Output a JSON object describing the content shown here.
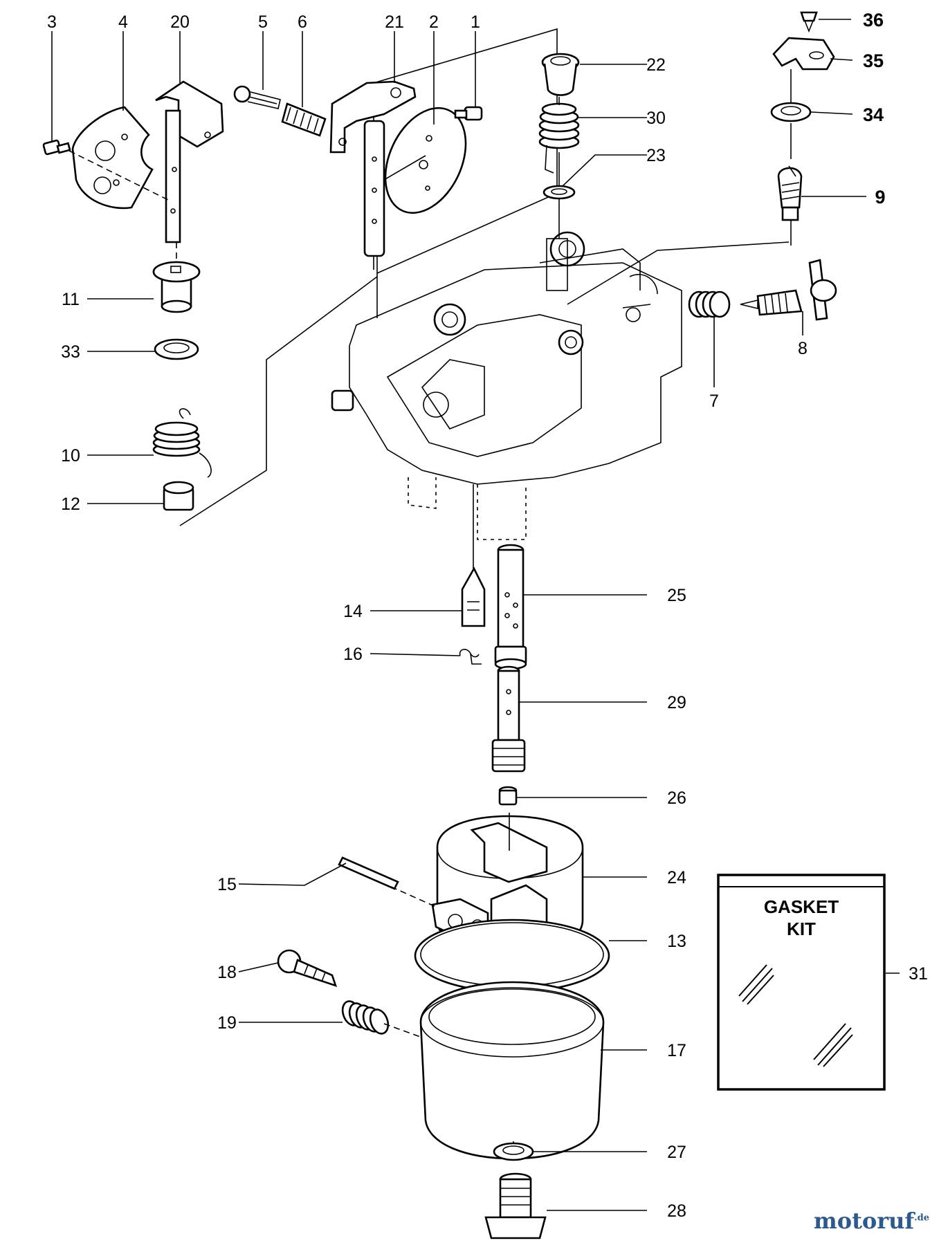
{
  "labels": [
    {
      "id": "3",
      "text": "3"
    },
    {
      "id": "4",
      "text": "4"
    },
    {
      "id": "20",
      "text": "20"
    },
    {
      "id": "5",
      "text": "5"
    },
    {
      "id": "6",
      "text": "6"
    },
    {
      "id": "21",
      "text": "21"
    },
    {
      "id": "2",
      "text": "2"
    },
    {
      "id": "1",
      "text": "1"
    },
    {
      "id": "22",
      "text": "22"
    },
    {
      "id": "30",
      "text": "30"
    },
    {
      "id": "23",
      "text": "23"
    },
    {
      "id": "36",
      "text": "36"
    },
    {
      "id": "35",
      "text": "35"
    },
    {
      "id": "34",
      "text": "34"
    },
    {
      "id": "9",
      "text": "9"
    },
    {
      "id": "11",
      "text": "11"
    },
    {
      "id": "33",
      "text": "33"
    },
    {
      "id": "8",
      "text": "8"
    },
    {
      "id": "7",
      "text": "7"
    },
    {
      "id": "10",
      "text": "10"
    },
    {
      "id": "12",
      "text": "12"
    },
    {
      "id": "25",
      "text": "25"
    },
    {
      "id": "14",
      "text": "14"
    },
    {
      "id": "16",
      "text": "16"
    },
    {
      "id": "29",
      "text": "29"
    },
    {
      "id": "26",
      "text": "26"
    },
    {
      "id": "15",
      "text": "15"
    },
    {
      "id": "24",
      "text": "24"
    },
    {
      "id": "13",
      "text": "13"
    },
    {
      "id": "18",
      "text": "18"
    },
    {
      "id": "19",
      "text": "19"
    },
    {
      "id": "31",
      "text": "31"
    },
    {
      "id": "17",
      "text": "17"
    },
    {
      "id": "27",
      "text": "27"
    },
    {
      "id": "28",
      "text": "28"
    }
  ],
  "gasket_kit": {
    "line1": "GASKET",
    "line2": "KIT"
  },
  "watermark": {
    "brand": "motoruf",
    "tld": ".de"
  }
}
